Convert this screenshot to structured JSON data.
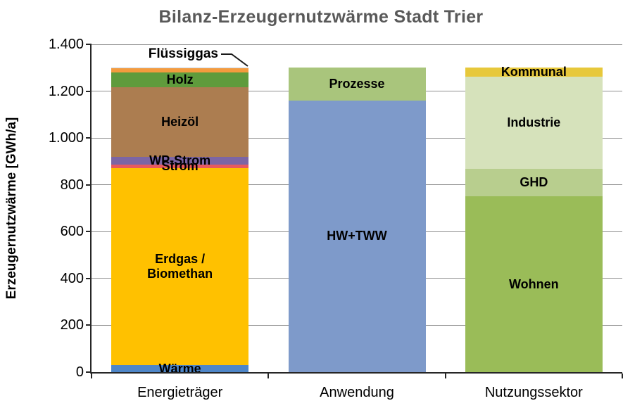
{
  "chart_data": {
    "type": "bar",
    "stacked": true,
    "title": "Bilanz-Erzeugernutzwärme Stadt Trier",
    "ylabel": "Erzeugernutzwärme [GWh/a]",
    "xlabel": "",
    "unit": "GWh/a",
    "ylim": [
      0,
      1400
    ],
    "ytick_step": 200,
    "ytick_labels": [
      "0",
      "200",
      "400",
      "600",
      "800",
      "1.000",
      "1.200",
      "1.400"
    ],
    "grid": true,
    "legend": "none",
    "categories": [
      "Energieträger",
      "Anwendung",
      "Nutzungssektor"
    ],
    "bars": [
      {
        "id": "energietraeger",
        "category": "Energieträger",
        "total": 1300,
        "segments": [
          {
            "id": "waerme",
            "label": "Wärme",
            "value": 30,
            "color": "#4e86c8"
          },
          {
            "id": "erdgas-biomethan",
            "label": "Erdgas /\nBiomethan",
            "value": 840,
            "color": "#ffc100"
          },
          {
            "id": "strom",
            "label": "Strom",
            "value": 15,
            "color": "#e85a5e"
          },
          {
            "id": "wp-strom",
            "label": "WP-Strom",
            "value": 33,
            "color": "#7c65a4"
          },
          {
            "id": "heizoel",
            "label": "Heizöl",
            "value": 300,
            "color": "#ac7d50"
          },
          {
            "id": "holz",
            "label": "Holz",
            "value": 62,
            "color": "#5f9b3c"
          },
          {
            "id": "fluessiggas",
            "label": "Flüssiggas",
            "value": 17,
            "color": "#f49b3e",
            "label_outside": true
          },
          {
            "id": "rest-sliver",
            "label": "",
            "value": 3,
            "color": "#c9d3de"
          }
        ]
      },
      {
        "id": "anwendung",
        "category": "Anwendung",
        "total": 1300,
        "segments": [
          {
            "id": "hw-tww",
            "label": "HW+TWW",
            "value": 1160,
            "color": "#7e9aca"
          },
          {
            "id": "prozesse",
            "label": "Prozesse",
            "value": 140,
            "color": "#a9c57c"
          }
        ]
      },
      {
        "id": "nutzungssektor",
        "category": "Nutzungssektor",
        "total": 1300,
        "segments": [
          {
            "id": "wohnen",
            "label": "Wohnen",
            "value": 750,
            "color": "#9abc58"
          },
          {
            "id": "ghd",
            "label": "GHD",
            "value": 118,
            "color": "#b8ce8e"
          },
          {
            "id": "industrie",
            "label": "Industrie",
            "value": 395,
            "color": "#d6e2bb"
          },
          {
            "id": "kommunal",
            "label": "Kommunal",
            "value": 37,
            "color": "#e7c83b"
          }
        ]
      }
    ],
    "colors": {
      "title_text": "#595959",
      "gridline": "#8f8f8f",
      "axis": "#262626",
      "segment_label_text": "#000000"
    }
  }
}
